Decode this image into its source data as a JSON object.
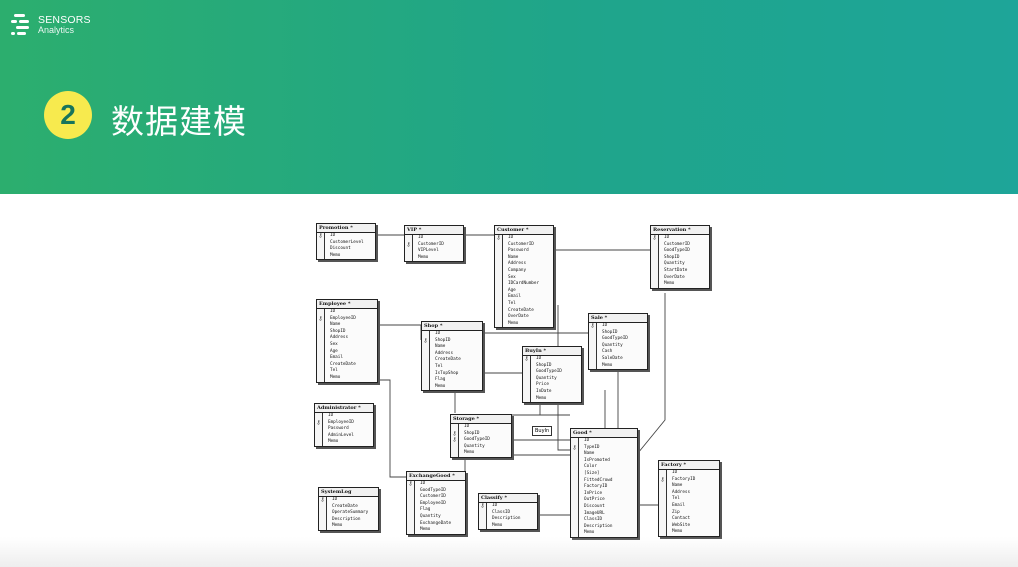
{
  "brand": {
    "name": "SENSORS",
    "sub": "Analytics"
  },
  "section": {
    "number": "2",
    "title": "数据建模"
  },
  "diagram": {
    "relationship_label": "BuyIn",
    "entities": [
      {
        "id": "promotion",
        "title": "Promotion *",
        "fields": [
          "ID",
          "CustomerLevel",
          "Discount",
          "Memo"
        ],
        "keys": [
          0
        ]
      },
      {
        "id": "vip",
        "title": "VIP *",
        "fields": [
          "ID",
          "CustomerID",
          "VIPLevel",
          "Memo"
        ],
        "keys": [
          1
        ]
      },
      {
        "id": "customer",
        "title": "Customer *",
        "fields": [
          "ID",
          "CustomerID",
          "Password",
          "Name",
          "Address",
          "Company",
          "Sex",
          "IDCardNumber",
          "Age",
          "Email",
          "Tel",
          "CreateDate",
          "OverDate",
          "Memo"
        ],
        "keys": [
          0
        ]
      },
      {
        "id": "reservation",
        "title": "Reservation *",
        "fields": [
          "ID",
          "CustomerID",
          "GoodTypeID",
          "ShopID",
          "Quantity",
          "StartDate",
          "OverDate",
          "Memo"
        ],
        "keys": [
          0
        ]
      },
      {
        "id": "employee",
        "title": "Employee *",
        "fields": [
          "ID",
          "EmployeeID",
          "Name",
          "ShopID",
          "Address",
          "Sex",
          "Age",
          "Email",
          "CreateDate",
          "Tel",
          "Memo"
        ],
        "keys": [
          1
        ]
      },
      {
        "id": "shop",
        "title": "Shop *",
        "fields": [
          "ID",
          "ShopID",
          "Name",
          "Address",
          "CreateDate",
          "Tel",
          "IsTopShop",
          "Flag",
          "Memo"
        ],
        "keys": [
          1
        ]
      },
      {
        "id": "sale",
        "title": "Sale *",
        "fields": [
          "ID",
          "ShopID",
          "GoodTypeID",
          "Quantity",
          "Cash",
          "SaleDate",
          "Memo"
        ],
        "keys": [
          0
        ]
      },
      {
        "id": "buyin",
        "title": "BuyIn *",
        "fields": [
          "ID",
          "ShopID",
          "GoodTypeID",
          "Quantity",
          "Price",
          "InDate",
          "Memo"
        ],
        "keys": [
          0
        ]
      },
      {
        "id": "administrator",
        "title": "Administrator *",
        "fields": [
          "ID",
          "EmployeeID",
          "Password",
          "AdminLevel",
          "Memo"
        ],
        "keys": [
          1
        ]
      },
      {
        "id": "storage",
        "title": "Storage *",
        "fields": [
          "ID",
          "ShopID",
          "GoodTypeID",
          "Quantity",
          "Memo"
        ],
        "keys": [
          1,
          2
        ]
      },
      {
        "id": "good",
        "title": "Good *",
        "fields": [
          "ID",
          "TypeID",
          "Name",
          "IsPromoted",
          "Color",
          "[Size]",
          "FittedCrowd",
          "FactoryID",
          "InPrice",
          "OutPrice",
          "Discount",
          "ImageURL",
          "ClassID",
          "Description",
          "Memo"
        ],
        "keys": [
          1
        ]
      },
      {
        "id": "factory",
        "title": "Factory *",
        "fields": [
          "ID",
          "FactoryID",
          "Name",
          "Address",
          "Tel",
          "Email",
          "Zip",
          "Contact",
          "WebSite",
          "Memo"
        ],
        "keys": [
          1
        ]
      },
      {
        "id": "systemlog",
        "title": "SystemLog",
        "fields": [
          "ID",
          "CreateDate",
          "OperateSummary",
          "Description",
          "Memo"
        ],
        "keys": [
          0
        ]
      },
      {
        "id": "exchangegood",
        "title": "ExchangeGood *",
        "fields": [
          "ID",
          "GoodTypeID",
          "CustomerID",
          "EmployeeID",
          "Flag",
          "Quantity",
          "ExchangeDate",
          "Memo"
        ],
        "keys": [
          0
        ]
      },
      {
        "id": "classify",
        "title": "Classify *",
        "fields": [
          "ID",
          "ClassID",
          "Description",
          "Memo"
        ],
        "keys": [
          0
        ]
      }
    ]
  }
}
